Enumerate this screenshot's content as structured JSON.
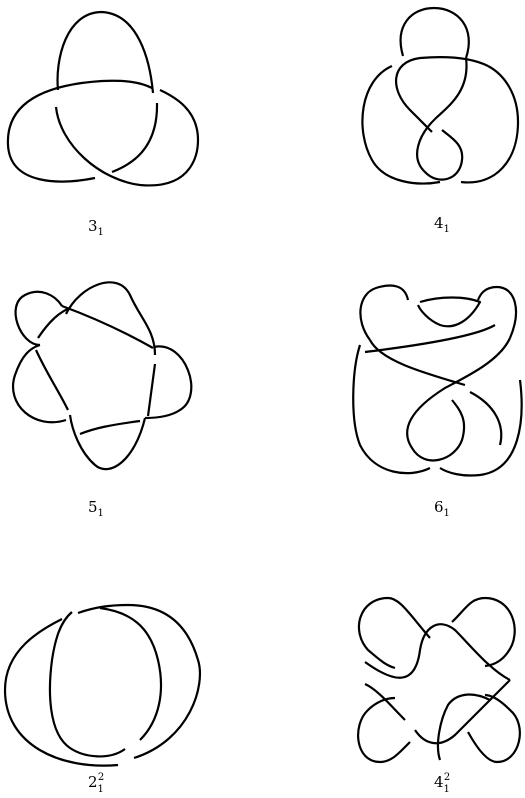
{
  "knots": [
    {
      "id": "trefoil",
      "label": {
        "main": "3",
        "sub": "1",
        "sup": ""
      }
    },
    {
      "id": "figure-eight",
      "label": {
        "main": "4",
        "sub": "1",
        "sup": ""
      }
    },
    {
      "id": "cinquefoil",
      "label": {
        "main": "5",
        "sub": "1",
        "sup": ""
      }
    },
    {
      "id": "stevedore",
      "label": {
        "main": "6",
        "sub": "1",
        "sup": ""
      }
    },
    {
      "id": "hopf-link",
      "label": {
        "main": "2",
        "sub": "1",
        "sup": "2"
      }
    },
    {
      "id": "solomon-link",
      "label": {
        "main": "4",
        "sub": "1",
        "sup": "2"
      }
    }
  ],
  "style": {
    "stroke_color": "#000000",
    "background": "#ffffff"
  }
}
